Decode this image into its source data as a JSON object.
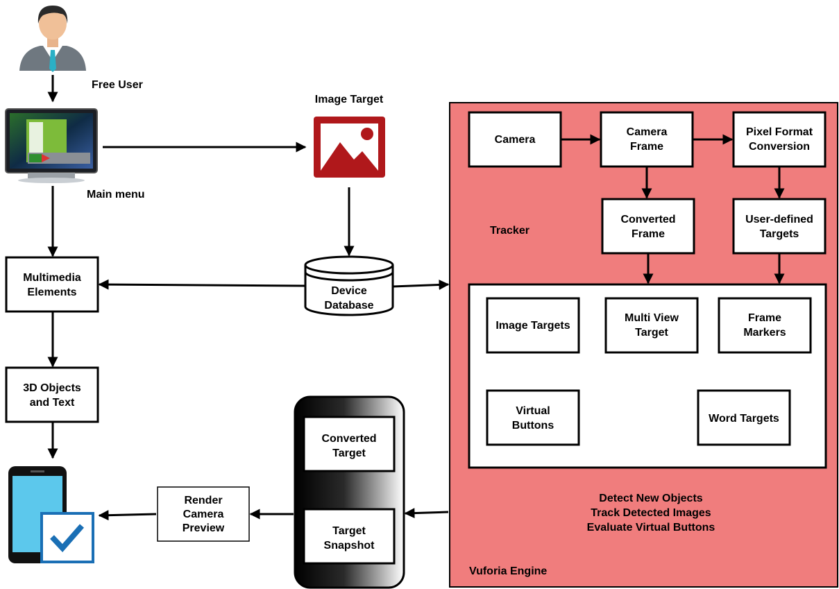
{
  "user": {
    "label": "Free User",
    "icon": "user-avatar-icon"
  },
  "main_menu": {
    "label": "Main menu",
    "icon": "monitor-icon"
  },
  "image_target": {
    "label": "Image Target",
    "icon": "image-icon"
  },
  "multimedia": {
    "lines": [
      "Multimedia",
      "Elements"
    ]
  },
  "objects3d": {
    "lines": [
      "3D Objects",
      "and Text"
    ]
  },
  "device_db": {
    "lines": [
      "Device",
      "Database"
    ],
    "icon": "database-icon"
  },
  "device": {
    "icon": "mobile-check-icon"
  },
  "render_preview": {
    "lines": [
      "Render",
      "Camera",
      "Preview"
    ]
  },
  "phone_panel": {
    "converted_target": [
      "Converted",
      "Target"
    ],
    "target_snapshot": [
      "Target",
      "Snapshot"
    ]
  },
  "engine": {
    "title": "Vuforia Engine",
    "tracker": "Tracker",
    "camera": "Camera",
    "camera_frame": [
      "Camera",
      "Frame"
    ],
    "pixel_format": [
      "Pixel Format",
      "Conversion"
    ],
    "converted_frame": [
      "Converted",
      "Frame"
    ],
    "user_defined": [
      "User-defined",
      "Targets"
    ],
    "targets": {
      "image_targets": "Image Targets",
      "multi_view": [
        "Multi View",
        "Target"
      ],
      "frame_markers": [
        "Frame",
        "Markers"
      ],
      "virtual_buttons": [
        "Virtual",
        "Buttons"
      ],
      "word_targets": "Word Targets"
    },
    "functions": [
      "Detect New Objects",
      "Track Detected Images",
      "Evaluate Virtual Buttons"
    ]
  },
  "colors": {
    "engine_fill": "#f07d7d",
    "image_icon": "#b0181b",
    "tablet_screen": "#5cc8ec",
    "check_blue": "#1a6fb5"
  }
}
